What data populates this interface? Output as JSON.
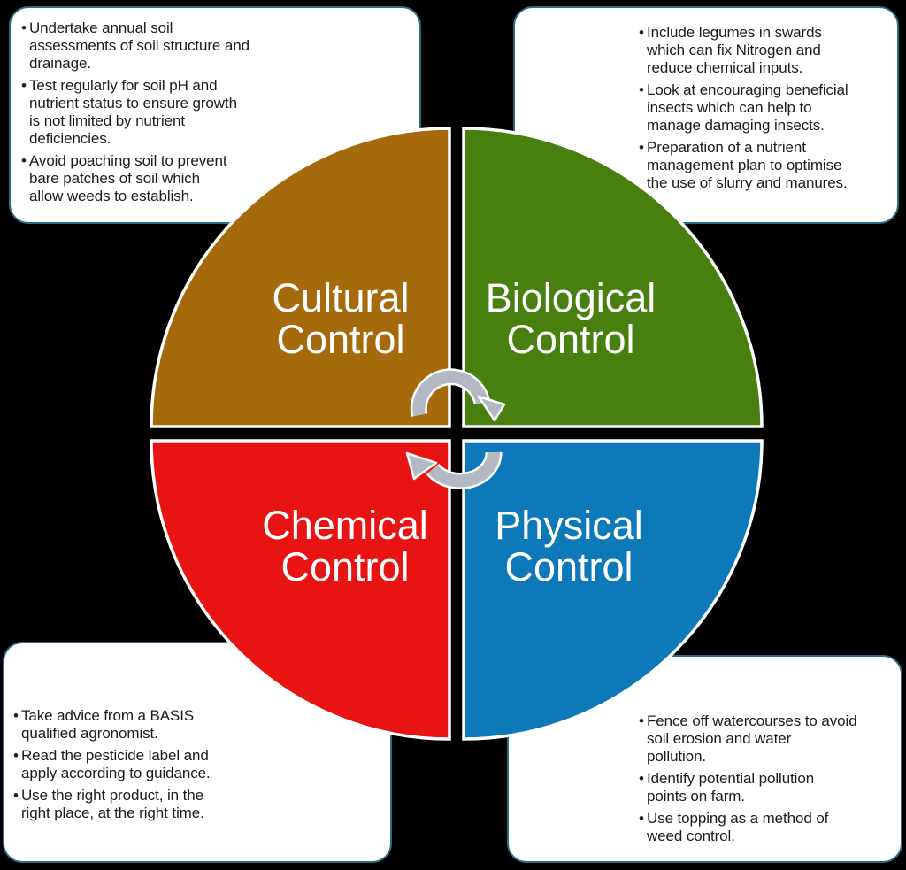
{
  "glyphs": {
    "bullet": "•"
  },
  "colors": {
    "background": "#000000",
    "box_bg": "#ffffff",
    "box_border": "#2d6a84",
    "body_text": "#1c1c1c",
    "label_text": "#ffffff",
    "arrow": "#b3b9c3",
    "arrow_outline": "#ffffff",
    "cultural": "#a56a0b",
    "biological": "#47800e",
    "chemical": "#e81414",
    "physical": "#0e79b9"
  },
  "quadrants": {
    "cultural": {
      "line1": "Cultural",
      "line2": "Control"
    },
    "biological": {
      "line1": "Biological",
      "line2": "Control"
    },
    "chemical": {
      "line1": "Chemical",
      "line2": "Control"
    },
    "physical": {
      "line1": "Physical",
      "line2": "Control"
    }
  },
  "tips": {
    "cultural": {
      "bullets": [
        {
          "lines": [
            "Undertake annual soil",
            "assessments of soil structure and",
            "drainage."
          ]
        },
        {
          "lines": [
            "Test regularly for soil pH and",
            "nutrient status to ensure growth",
            "is not limited by nutrient",
            "deficiencies."
          ]
        },
        {
          "lines": [
            "Avoid poaching soil to prevent",
            "bare patches of soil which",
            "allow weeds to establish."
          ]
        }
      ]
    },
    "biological": {
      "bullets": [
        {
          "lines": [
            "Include legumes in swards",
            "which can fix Nitrogen and",
            "reduce chemical inputs."
          ]
        },
        {
          "lines": [
            "Look at encouraging beneficial",
            "insects which can help to",
            "manage damaging insects."
          ]
        },
        {
          "lines": [
            "Preparation of a nutrient",
            "management plan to optimise",
            "the use of slurry and manures."
          ]
        }
      ]
    },
    "chemical": {
      "bullets": [
        {
          "lines": [
            "Take advice from a BASIS",
            "qualified agronomist."
          ]
        },
        {
          "lines": [
            "Read the pesticide label and",
            "apply according to guidance."
          ]
        },
        {
          "lines": [
            "Use the right product, in the",
            "right place, at the right time."
          ]
        }
      ]
    },
    "physical": {
      "bullets": [
        {
          "lines": [
            "Fence off watercourses to avoid",
            "soil erosion and water",
            "pollution."
          ]
        },
        {
          "lines": [
            "Identify potential pollution",
            "points on farm."
          ]
        },
        {
          "lines": [
            "Use topping as a method of",
            "weed control."
          ]
        }
      ]
    }
  }
}
